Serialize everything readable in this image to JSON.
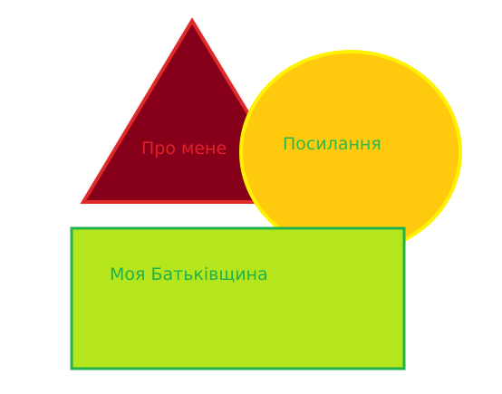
{
  "shapes": {
    "triangle": {
      "label": "Про мене",
      "fill": "#87001a",
      "stroke": "#e02a2a",
      "text_color": "#e0202a"
    },
    "circle": {
      "label": "Посилання",
      "fill": "#ffc90e",
      "stroke": "#fff200",
      "text_color": "#2fb84a"
    },
    "rectangle": {
      "label": "Моя Батьківщина",
      "fill": "#b5e61d",
      "stroke": "#22b14c",
      "text_color": "#22b04a"
    }
  }
}
